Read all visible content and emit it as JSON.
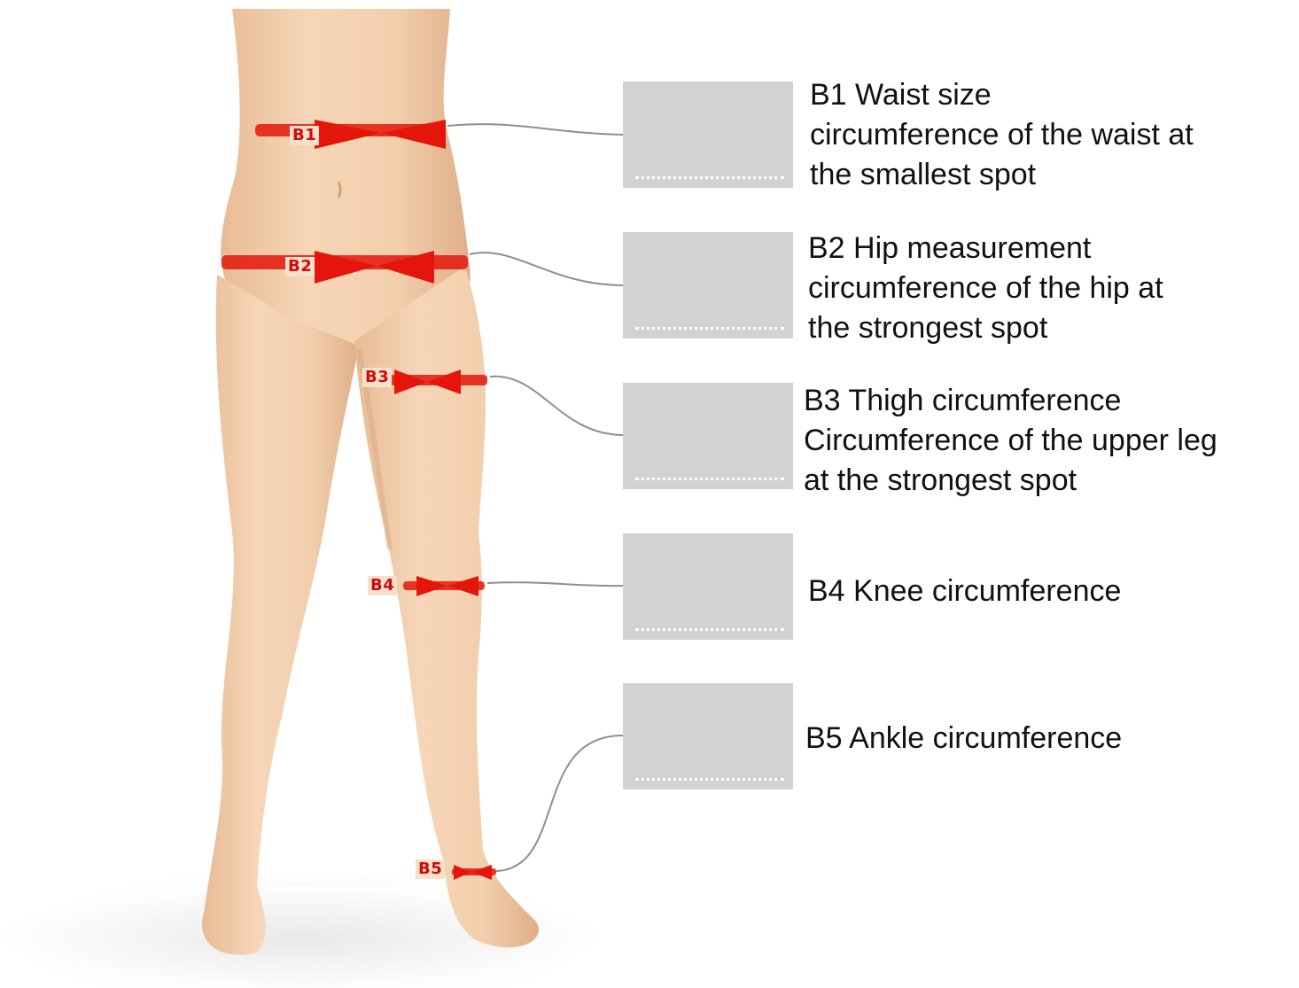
{
  "colors": {
    "skin": "#f1cdaa",
    "skin_shadow": "#e0b38e",
    "arrow_red": "#e4160c",
    "tag_text": "#d10a0a",
    "box_gray": "#d1d2d4",
    "connector": "#8f8f8f",
    "floor": "#ececec"
  },
  "icons": {
    "figure": "female-legs-figure",
    "arrows": "measurement-arrow-pair"
  },
  "measurements": [
    {
      "tag": "B1",
      "title": "B1 Waist size",
      "description": [
        "circumference of the waist at",
        "the smallest spot"
      ]
    },
    {
      "tag": "B2",
      "title": "B2 Hip measurement",
      "description": [
        "circumference of the hip at",
        "the strongest spot"
      ]
    },
    {
      "tag": "B3",
      "title": "B3 Thigh circumference",
      "description": [
        "Circumference of the upper leg",
        "at the strongest spot"
      ]
    },
    {
      "tag": "B4",
      "title": "B4 Knee circumference",
      "description": []
    },
    {
      "tag": "B5",
      "title": "B5 Ankle circumference",
      "description": []
    }
  ],
  "input_values": [
    "",
    "",
    "",
    "",
    ""
  ]
}
